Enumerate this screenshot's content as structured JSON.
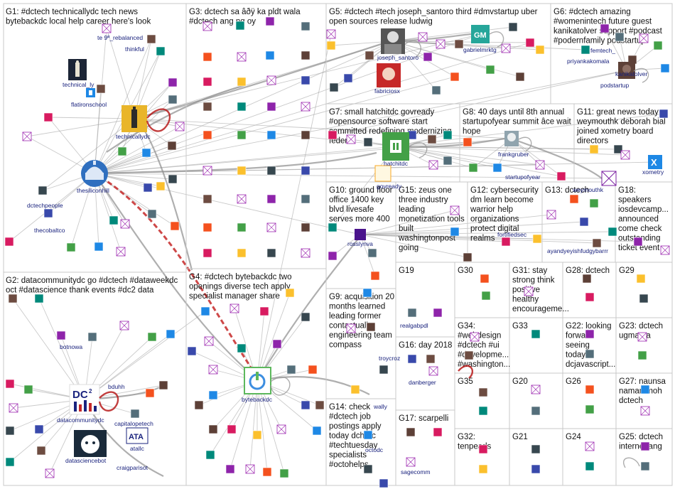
{
  "groups": [
    {
      "id": "G1",
      "title_lines": [
        "G1: #dctech technicallydc tech news",
        "bytebackdc local help career here's look"
      ]
    },
    {
      "id": "G2",
      "title_lines": [
        "G2: datacommunitydc go #dctech #dataweekdc",
        "oct #datascience thank events #dc2 data"
      ]
    },
    {
      "id": "G3",
      "title_lines": [
        "G3: dctech sa âðÿ ka pldt wala",
        "#dctech ang ng oy"
      ]
    },
    {
      "id": "G4",
      "title_lines": [
        "G4: #dctech bytebackdc two",
        "openings diverse tech apply",
        "specialist manager share"
      ]
    },
    {
      "id": "G5",
      "title_lines": [
        "G5: #dctech #tech joseph_santoro third #dmvstartup uber",
        "open sources release ludwig"
      ]
    },
    {
      "id": "G6",
      "title_lines": [
        "G6: #dctech amazing",
        "#womenintech future guest",
        "kanikatolver support #podcast",
        "#podernfamily podstartup"
      ]
    },
    {
      "id": "G7",
      "title_lines": [
        "G7: small hatchitdc govready",
        "#opensource software start",
        "committed redefining modernizing",
        "federal"
      ]
    },
    {
      "id": "G8",
      "title_lines": [
        "G8: 40 days until 8th annual",
        "startupofyear summit âce wait",
        "hope"
      ]
    },
    {
      "id": "G11",
      "title_lines": [
        "G11: great news today",
        "weymouthk deborah bial",
        "joined xometry board",
        "directors"
      ]
    },
    {
      "id": "G10",
      "title_lines": [
        "G10: ground floor",
        "office 1400 key",
        "blvd livesafe",
        "serves more 400"
      ]
    },
    {
      "id": "G15",
      "title_lines": [
        "G15: zeus one",
        "three industry",
        "leading",
        "monetization tools",
        "built",
        "washingtonpost",
        "going"
      ]
    },
    {
      "id": "G12",
      "title_lines": [
        "G12: cybersecurity",
        "dm learn become",
        "warrior help",
        "organizations",
        "protect digital",
        "realms"
      ]
    },
    {
      "id": "G13",
      "title_lines": [
        "G13: dctech"
      ]
    },
    {
      "id": "G18",
      "title_lines": [
        "G18:",
        "speakers",
        "iosdevcamp...",
        "announced",
        "come check",
        "outstanding",
        "ticket event"
      ]
    },
    {
      "id": "G9",
      "title_lines": [
        "G9: acquisition 20",
        "months learned",
        "leading former",
        "contactually",
        "engineering team",
        "compass"
      ]
    },
    {
      "id": "G19",
      "title_lines": [
        "G19"
      ]
    },
    {
      "id": "G30",
      "title_lines": [
        "G30"
      ]
    },
    {
      "id": "G31",
      "title_lines": [
        "G31: stay",
        "strong think",
        "positive",
        "healthy",
        "encourageme..."
      ]
    },
    {
      "id": "G28",
      "title_lines": [
        "G28: dctech"
      ]
    },
    {
      "id": "G29",
      "title_lines": [
        "G29"
      ]
    },
    {
      "id": "G16",
      "title_lines": [
        "G16: day 2018"
      ]
    },
    {
      "id": "G34",
      "title_lines": [
        "G34:",
        "#webdesign",
        "#dctech #ui",
        "#developme...",
        "#washington..."
      ]
    },
    {
      "id": "G33",
      "title_lines": [
        "G33"
      ]
    },
    {
      "id": "G22",
      "title_lines": [
        "G22: looking",
        "forward",
        "seeing",
        "today's",
        "dcjavascript..."
      ]
    },
    {
      "id": "G23",
      "title_lines": [
        "G23: dctech",
        "ugma pa"
      ]
    },
    {
      "id": "G14",
      "title_lines": [
        "G14: check",
        "#dctech job",
        "postings apply",
        "today dchrdc",
        "#techtuesday",
        "specialists",
        "#octohelps"
      ]
    },
    {
      "id": "G35",
      "title_lines": [
        "G35"
      ]
    },
    {
      "id": "G20",
      "title_lines": [
        "G20"
      ]
    },
    {
      "id": "G26",
      "title_lines": [
        "G26"
      ]
    },
    {
      "id": "G27",
      "title_lines": [
        "G27: naunsa",
        "naman moh",
        "dctech"
      ]
    },
    {
      "id": "G17",
      "title_lines": [
        "G17: scarpelli"
      ]
    },
    {
      "id": "G32",
      "title_lines": [
        "G32:",
        "tenpearls"
      ]
    },
    {
      "id": "G21",
      "title_lines": [
        "G21"
      ]
    },
    {
      "id": "G24",
      "title_lines": [
        "G24"
      ]
    },
    {
      "id": "G25",
      "title_lines": [
        "G25: dctech",
        "internet ang"
      ]
    }
  ],
  "labels": {
    "te9a_rebalanced": "te 9ª_rebalanced",
    "thinkful": "thinkful",
    "technical_ly": "technical_ly",
    "flatironschool": "flatironschool",
    "technicallydc": "technicallydc",
    "thesiliconhill": "thesiliconhill",
    "dctechpeople": "dctechpeople",
    "thecobaltco": "thecobaltco",
    "botnowa": "botnowa",
    "bduhh": "bduhh",
    "datacommunitydc": "datacommunitydc",
    "capitalopetech": "capitalopetech",
    "atallc": "atallc",
    "datasciencebot": "datasciencebot",
    "craigparisot": "craigparisot",
    "bytebackdc": "bytebackdc",
    "joseph_santoro": "joseph_santoro",
    "gabrielmrktg": "gabrielmrktg",
    "fabriciosx": "fabriciosx",
    "femtech": "femtech_",
    "priyankakomala": "priyankakomala",
    "kanikatolver": "kanikatolver",
    "podstartup": "podstartup",
    "hatchitdc": "hatchitdc",
    "govready": "govready",
    "frankgruber": "frankgruber",
    "startupofyear": "startupofyear",
    "weymouthk": "weymouthk",
    "xometry": "xometry",
    "rosslynva": "rosslynva",
    "fortifiedsec": "fortifiedsec",
    "ayandyeyishfudgybarrr": "ayandyeyishfudgybarrr",
    "realgabpdl": "realgabpdl",
    "troycroz": "troycroz",
    "danberger": "danberger",
    "wally": "wally",
    "octodc": "octodc",
    "sagecomm": "sagecomm"
  },
  "colors": {
    "node_label": "#1a237e",
    "edge": "#9e9e9e",
    "edge_highlight": "#c62828",
    "group_border": "#c8c8c8"
  }
}
